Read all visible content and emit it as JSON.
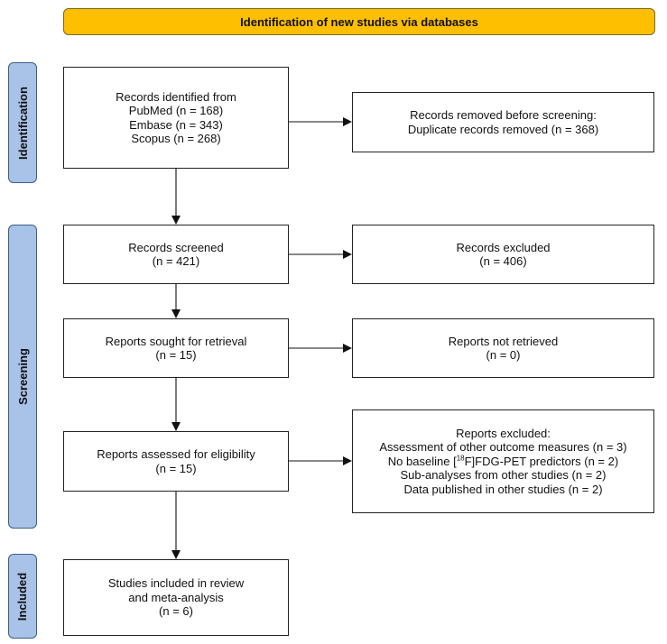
{
  "header": {
    "title": "Identification of new studies via databases"
  },
  "stages": {
    "identification": "Identification",
    "screening": "Screening",
    "included": "Included"
  },
  "boxes": {
    "records_identified": [
      "Records identified from",
      "PubMed (n = 168)",
      "Embase (n = 343)",
      "Scopus (n = 268)"
    ],
    "records_removed": [
      "Records removed before screening:",
      "Duplicate records removed (n = 368)"
    ],
    "records_screened": [
      "Records screened",
      "(n = 421)"
    ],
    "records_excluded": [
      "Records excluded",
      "(n = 406)"
    ],
    "reports_sought": [
      "Reports sought for retrieval",
      "(n = 15)"
    ],
    "reports_not_retrieved": [
      "Reports not retrieved",
      "(n = 0)"
    ],
    "reports_assessed": [
      "Reports assessed for eligibility",
      "(n = 15)"
    ],
    "reports_excluded": {
      "title": "Reports excluded:",
      "line1": "Assessment of other outcome measures (n = 3)",
      "line2_pre": "No baseline [",
      "line2_sup": "18",
      "line2_post": "F]FDG-PET predictors (n = 2)",
      "line3": "Sub-analyses from other studies (n = 2)",
      "line4": "Data published in other studies (n = 2)"
    },
    "studies_included": [
      "Studies included in review",
      "and meta-analysis",
      "(n = 6)"
    ]
  }
}
